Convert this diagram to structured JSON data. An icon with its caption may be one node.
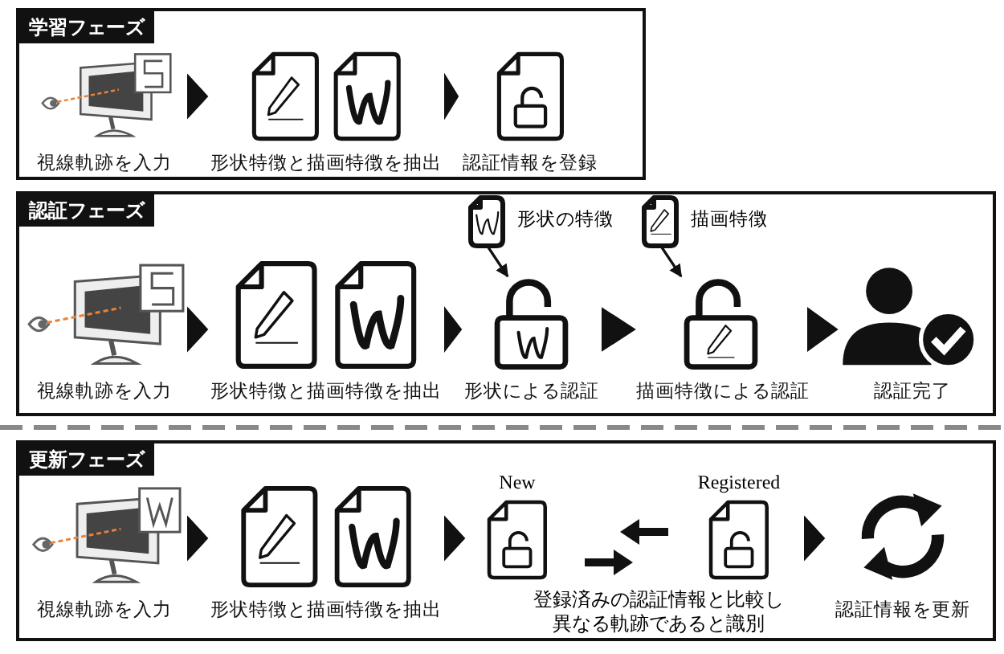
{
  "diagram": {
    "nodes": [
      {
        "text": [
          "学習フェーズ"
        ]
      },
      {
        "text": [
          "視線軌跡を入力"
        ],
        "in": 0
      },
      {
        "text": [
          "形状特徴と描画特徴を抽出"
        ],
        "in": 0
      },
      {
        "text": [
          "認証情報を登録"
        ],
        "in": 0
      },
      {
        "text": [
          "認証フェーズ"
        ]
      },
      {
        "text": [
          "視線軌跡を入力"
        ],
        "in": 4
      },
      {
        "text": [
          "形状特徴と描画特徴を抽出"
        ],
        "in": 4
      },
      {
        "text": [
          "形状の特徴"
        ],
        "in": 4
      },
      {
        "text": [
          "形状による認証"
        ],
        "in": 4
      },
      {
        "text": [
          "描画特徴"
        ],
        "in": 4
      },
      {
        "text": [
          "描画特徴による認証"
        ],
        "in": 4
      },
      {
        "text": [
          "認証完了"
        ],
        "in": 4
      },
      {
        "text": [
          "更新フェーズ"
        ]
      },
      {
        "text": [
          "視線軌跡を入力"
        ],
        "in": 12
      },
      {
        "text": [
          "形状特徴と描画特徴を抽出"
        ],
        "in": 12
      },
      {
        "text": [
          "New"
        ],
        "in": 12
      },
      {
        "text": [
          "Registered"
        ],
        "in": 12
      },
      {
        "text": [
          "認証情報を更新"
        ],
        "in": 12
      }
    ],
    "edges": [
      {
        "from": 1,
        "to": 2,
        "arrow": "to"
      },
      {
        "from": 2,
        "to": 3,
        "arrow": "to"
      },
      {
        "from": 5,
        "to": 6,
        "arrow": "to"
      },
      {
        "from": 6,
        "to": 8,
        "arrow": "to"
      },
      {
        "from": 7,
        "to": 8,
        "arrow": "to"
      },
      {
        "from": 8,
        "to": 10,
        "arrow": "to"
      },
      {
        "from": 9,
        "to": 10,
        "arrow": "to"
      },
      {
        "from": 10,
        "to": 11,
        "arrow": "to"
      },
      {
        "from": 13,
        "to": 14,
        "arrow": "to"
      },
      {
        "from": 14,
        "to": 15,
        "arrow": "to"
      },
      {
        "from": 16,
        "to": 17,
        "arrow": "to"
      }
    ],
    "labels": [
      "登録済みの認証情報と比較し異なる軌跡であると識別"
    ]
  }
}
